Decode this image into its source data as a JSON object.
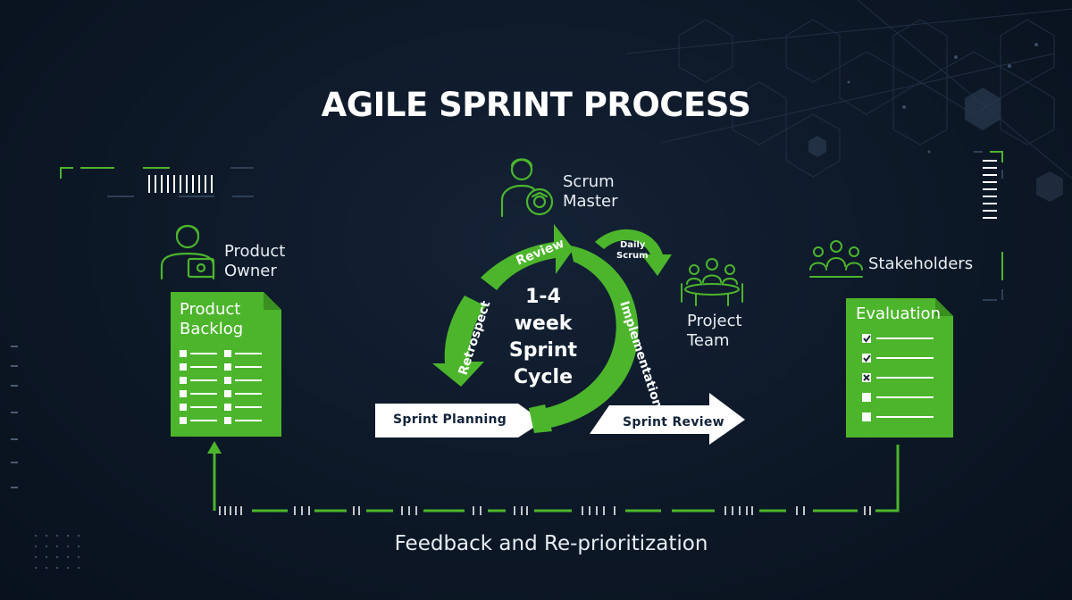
{
  "title": "AGILE SPRINT PROCESS",
  "roles": {
    "product_owner": [
      "Product",
      "Owner"
    ],
    "scrum_master": [
      "Scrum",
      "Master"
    ],
    "project_team": [
      "Project",
      "Team"
    ],
    "stakeholders": "Stakeholders"
  },
  "product_backlog": {
    "title": [
      "Product",
      "Backlog"
    ],
    "rows": 6,
    "columns": 2
  },
  "evaluation": {
    "title": "Evaluation",
    "items": [
      "checked",
      "checked",
      "crossed",
      "empty",
      "empty"
    ]
  },
  "cycle": {
    "center": [
      "1-4",
      "week",
      "Sprint",
      "Cycle"
    ],
    "review": "Review",
    "retrospect": "Retrospect",
    "implementation": "Implementation",
    "daily_scrum": [
      "Daily",
      "Scrum"
    ]
  },
  "sprint_planning": "Sprint Planning",
  "sprint_review": "Sprint Review",
  "feedback": "Feedback and Re-prioritization",
  "colors": {
    "accent_green": "#4cb52c",
    "background": "#0d1827",
    "arrow_white": "#ffffff",
    "arrow_text": "#13233a"
  }
}
